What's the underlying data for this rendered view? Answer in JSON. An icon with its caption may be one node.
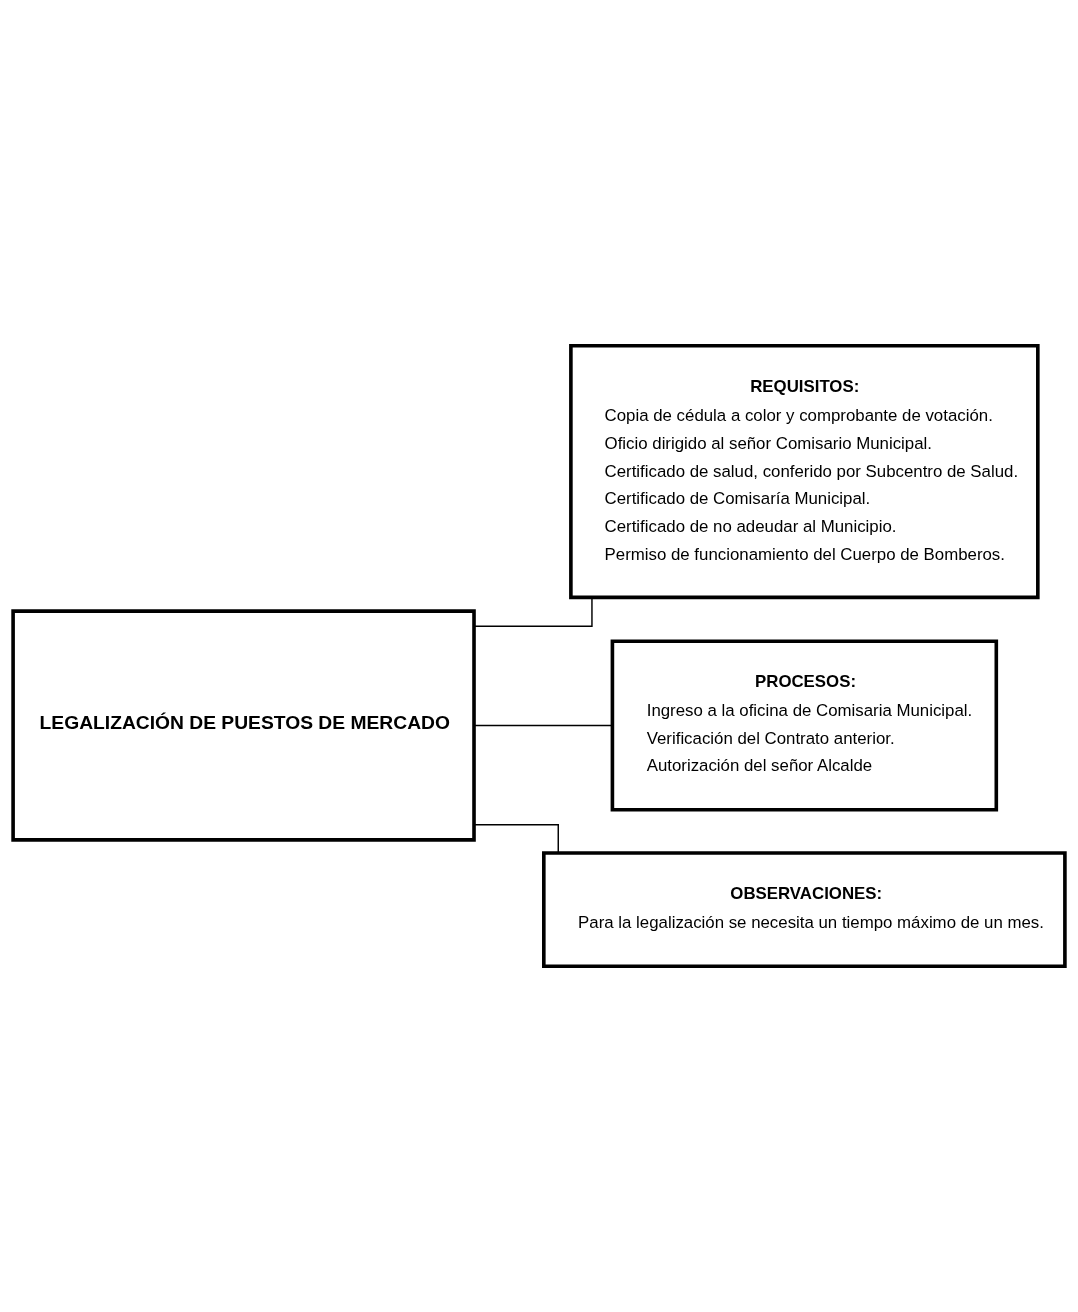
{
  "diagram": {
    "nodes": [
      {
        "text": [
          "LEGALIZACIÓN DE PUESTOS DE MERCADO"
        ]
      },
      {
        "text": [
          "REQUISITOS:",
          "Copia de cédula a color y comprobante de votación.",
          "Oficio dirigido al señor Comisario Municipal.",
          "Certificado de salud, conferido por Subcentro de Salud.",
          "Certificado de Comisaría Municipal.",
          "Certificado de no adeudar al Municipio.",
          "Permiso de funcionamiento del Cuerpo de Bomberos."
        ]
      },
      {
        "text": [
          "PROCESOS:",
          "Ingreso a la oficina de Comisaria Municipal.",
          "Verificación del Contrato anterior.",
          "Autorización del señor Alcalde"
        ]
      },
      {
        "text": [
          "OBSERVACIONES:",
          "Para la legalización se necesita un tiempo máximo de un mes."
        ]
      }
    ],
    "edges": [
      {
        "from": 0,
        "to": 1,
        "arrow": "none"
      },
      {
        "from": 0,
        "to": 2,
        "arrow": "none"
      },
      {
        "from": 0,
        "to": 3,
        "arrow": "none"
      }
    ]
  }
}
